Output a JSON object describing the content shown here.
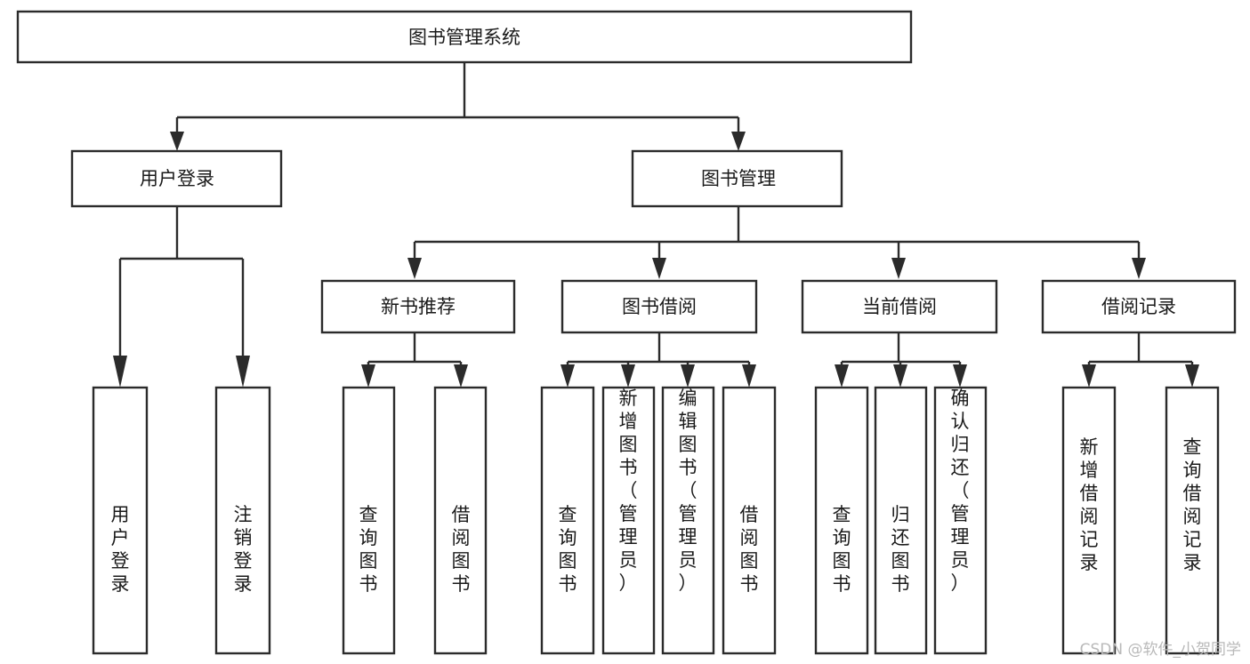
{
  "diagram": {
    "title": "图书管理系统",
    "type": "tree-hierarchy",
    "root": {
      "label": "图书管理系统"
    },
    "level2": [
      {
        "label": "用户登录"
      },
      {
        "label": "图书管理"
      }
    ],
    "level3": [
      {
        "label": "新书推荐"
      },
      {
        "label": "图书借阅"
      },
      {
        "label": "当前借阅"
      },
      {
        "label": "借阅记录"
      }
    ],
    "leaves": {
      "user_login": [
        {
          "label": "用户登录"
        },
        {
          "label": "注销登录"
        }
      ],
      "new_book_recommend": [
        {
          "label": "查询图书"
        },
        {
          "label": "借阅图书"
        }
      ],
      "book_borrow": [
        {
          "label": "查询图书"
        },
        {
          "label": "新增图书（管理员）"
        },
        {
          "label": "编辑图书（管理员）"
        },
        {
          "label": "借阅图书"
        }
      ],
      "current_borrow": [
        {
          "label": "查询图书"
        },
        {
          "label": "归还图书"
        },
        {
          "label": "确认归还（管理员）"
        }
      ],
      "borrow_record": [
        {
          "label": "新增借阅记录"
        },
        {
          "label": "查询借阅记录"
        }
      ]
    },
    "colors": {
      "stroke": "#2b2b2b",
      "fill": "#ffffff",
      "text": "#1a1a1a",
      "watermark": "#b9b9b9"
    }
  },
  "watermark": {
    "text": "CSDN @软件_小贺同学"
  }
}
